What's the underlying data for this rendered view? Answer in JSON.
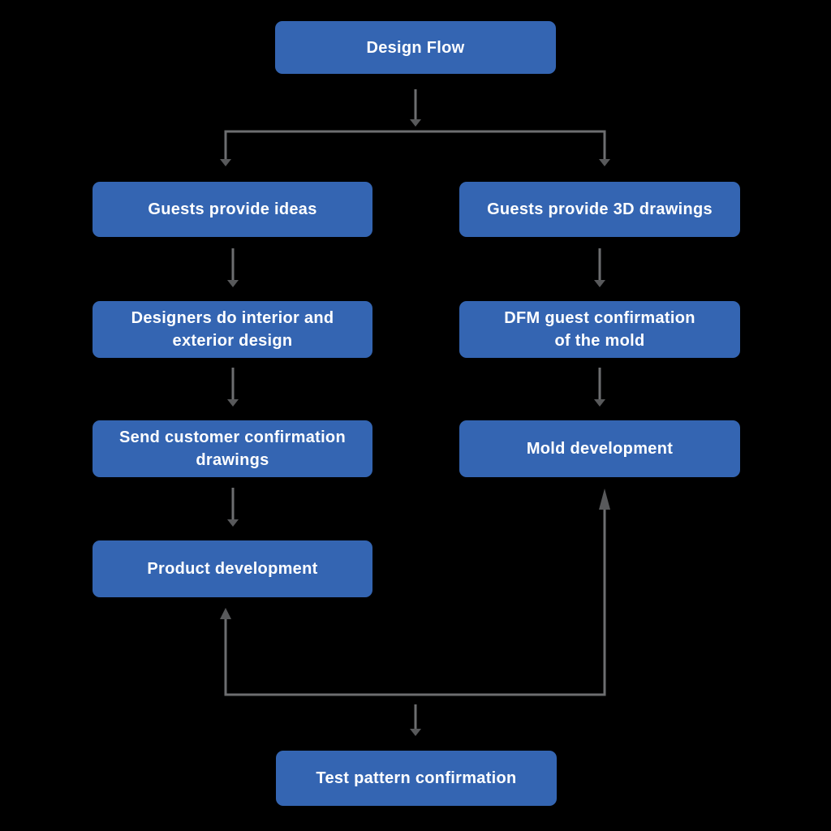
{
  "diagram": {
    "type": "flowchart",
    "title": "Design Flow",
    "colors": {
      "background": "#000000",
      "box": "#3465b2",
      "box_text": "#ffffff",
      "line": "#6d6e70",
      "arrowhead": "#58595b"
    },
    "nodes": {
      "design_flow": {
        "label": "Design Flow"
      },
      "guests_ideas": {
        "label": "Guests provide ideas"
      },
      "guests_3d": {
        "label": "Guests provide 3D drawings"
      },
      "designers": {
        "label": "Designers do interior and\nexterior design"
      },
      "dfm": {
        "label": "DFM guest confirmation\nof the mold"
      },
      "send_customer": {
        "label": "Send customer confirmation\ndrawings"
      },
      "mold_dev": {
        "label": "Mold development"
      },
      "product_dev": {
        "label": "Product development"
      },
      "test_pattern": {
        "label": "Test pattern confirmation"
      }
    },
    "edges": [
      {
        "from": "design_flow",
        "to": "junction_top",
        "arrow": "down"
      },
      {
        "from": "junction_top",
        "to": "guests_ideas",
        "arrow": "down"
      },
      {
        "from": "junction_top",
        "to": "guests_3d",
        "arrow": "down"
      },
      {
        "from": "guests_ideas",
        "to": "designers",
        "arrow": "down"
      },
      {
        "from": "designers",
        "to": "send_customer",
        "arrow": "down"
      },
      {
        "from": "send_customer",
        "to": "product_dev",
        "arrow": "down"
      },
      {
        "from": "guests_3d",
        "to": "dfm",
        "arrow": "down"
      },
      {
        "from": "dfm",
        "to": "mold_dev",
        "arrow": "down"
      },
      {
        "from": "junction_bottom",
        "to": "product_dev",
        "arrow": "up"
      },
      {
        "from": "junction_bottom",
        "to": "mold_dev",
        "arrow": "up"
      },
      {
        "from": "junction_bottom",
        "to": "test_pattern",
        "arrow": "down"
      }
    ]
  }
}
